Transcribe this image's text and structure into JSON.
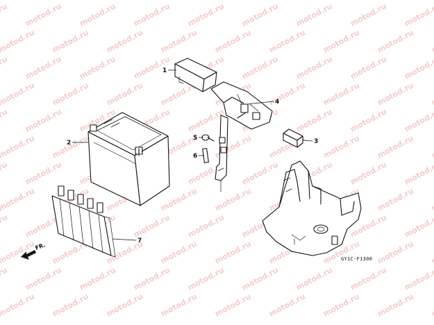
{
  "watermark": {
    "text": "motod.ru"
  },
  "diagram": {
    "reference_code": "GY1C-F1300",
    "direction_label": "FR.",
    "callouts": [
      {
        "id": "c1",
        "label": "1"
      },
      {
        "id": "c2",
        "label": "2"
      },
      {
        "id": "c3",
        "label": "3"
      },
      {
        "id": "c4",
        "label": "4"
      },
      {
        "id": "c5",
        "label": "5"
      },
      {
        "id": "c6",
        "label": "6"
      },
      {
        "id": "c7",
        "label": "7"
      }
    ]
  },
  "colors": {
    "watermark": "#f4cccc",
    "line": "#111111",
    "background": "#ffffff"
  }
}
